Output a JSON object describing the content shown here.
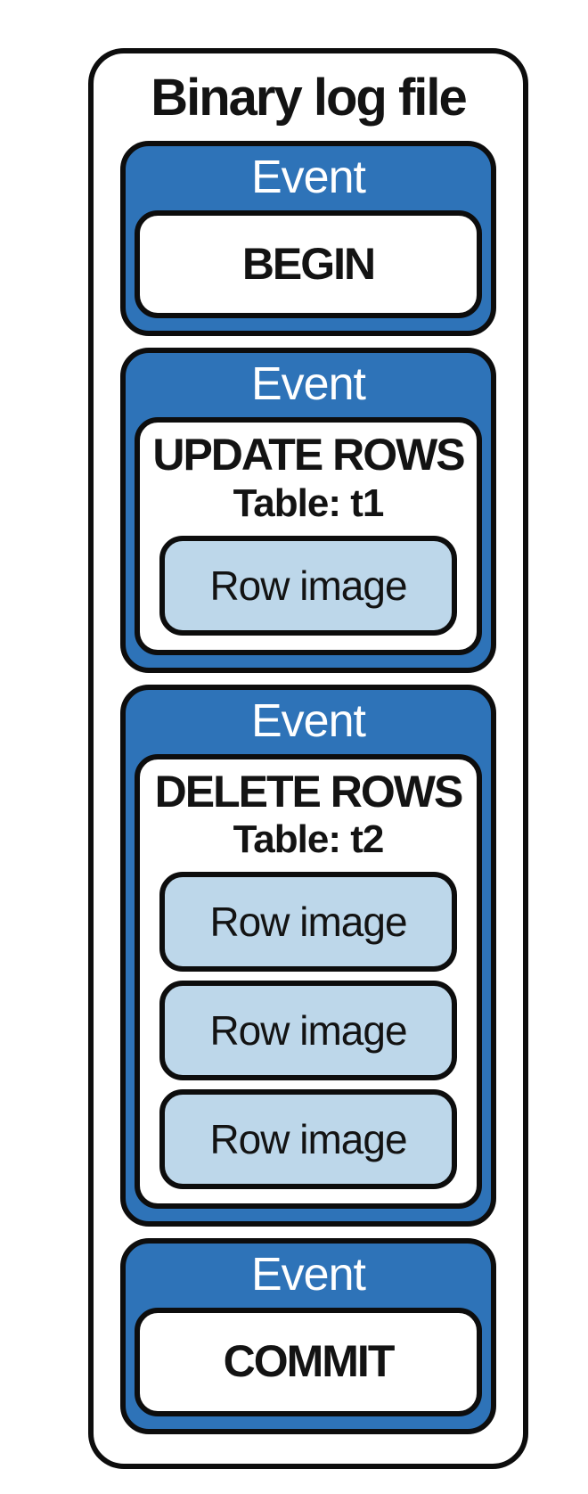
{
  "diagram": {
    "title": "Binary log file",
    "colors": {
      "event_blue": "#2E73B8",
      "row_light_blue": "#BDD7EA",
      "border_black": "#0d0d0d"
    },
    "events": [
      {
        "header": "Event",
        "statement": "BEGIN"
      },
      {
        "header": "Event",
        "statement": "UPDATE ROWS",
        "table": "Table: t1",
        "rows": [
          "Row image"
        ]
      },
      {
        "header": "Event",
        "statement": "DELETE ROWS",
        "table": "Table: t2",
        "rows": [
          "Row image",
          "Row image",
          "Row image"
        ]
      },
      {
        "header": "Event",
        "statement": "COMMIT"
      }
    ]
  }
}
